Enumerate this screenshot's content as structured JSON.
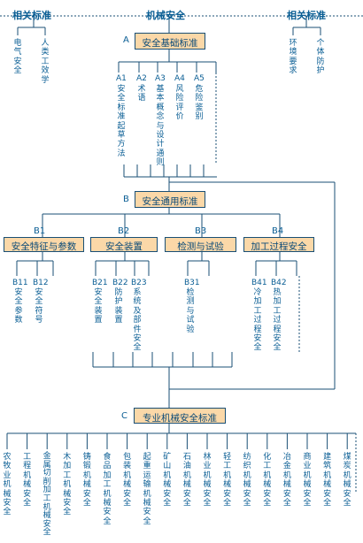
{
  "header": {
    "left_related": "相关标准",
    "center": "机械安全",
    "right_related": "相关标准"
  },
  "left_related_items": [
    "电气安全",
    "人类工效学"
  ],
  "right_related_items": [
    "环境要求",
    "个体防护"
  ],
  "level_a": {
    "marker": "A",
    "title": "安全基础标准",
    "items": [
      {
        "code": "A1",
        "text": "安全标准起草方法"
      },
      {
        "code": "A2",
        "text": "术语"
      },
      {
        "code": "A3",
        "text": "基本概念与设计通则"
      },
      {
        "code": "A4",
        "text": "风险评价"
      },
      {
        "code": "A5",
        "text": "危险鉴别"
      }
    ]
  },
  "level_b": {
    "marker": "B",
    "title": "安全通用标准",
    "groups": [
      {
        "code": "B1",
        "title": "安全特征与参数",
        "items": [
          {
            "code": "B11",
            "text": "安全参数"
          },
          {
            "code": "B12",
            "text": "安全符号"
          }
        ]
      },
      {
        "code": "B2",
        "title": "安全装置",
        "items": [
          {
            "code": "B21",
            "text": "安全装置"
          },
          {
            "code": "B22",
            "text": "防护装置"
          },
          {
            "code": "B23",
            "text": "系统及部件安全"
          }
        ]
      },
      {
        "code": "B3",
        "title": "检测与试验",
        "items": [
          {
            "code": "B31",
            "text": "检测与试验"
          }
        ]
      },
      {
        "code": "B4",
        "title": "加工过程安全",
        "items": [
          {
            "code": "B41",
            "text": "冷加工过程安全"
          },
          {
            "code": "B42",
            "text": "热加工过程安全"
          }
        ]
      }
    ]
  },
  "level_c": {
    "marker": "C",
    "title": "专业机械安全标准",
    "items": [
      "农牧业机械安全",
      "工程机械安全",
      "金属切削加工机械安全",
      "木加工机械安全",
      "铸锻机械安全",
      "食品加工机械安全",
      "包装机械安全",
      "起重运输机械安全",
      "矿山机械安全",
      "石油机械安全",
      "林业机械安全",
      "轻工机械安全",
      "纺织机械安全",
      "化工机械安全",
      "冶金机械安全",
      "商业机械安全",
      "建筑机械安全",
      "煤炭机械安全"
    ]
  },
  "colors": {
    "line": "#1a4f75",
    "text": "#0a5e94",
    "box_fill": "#fbd8a8"
  }
}
